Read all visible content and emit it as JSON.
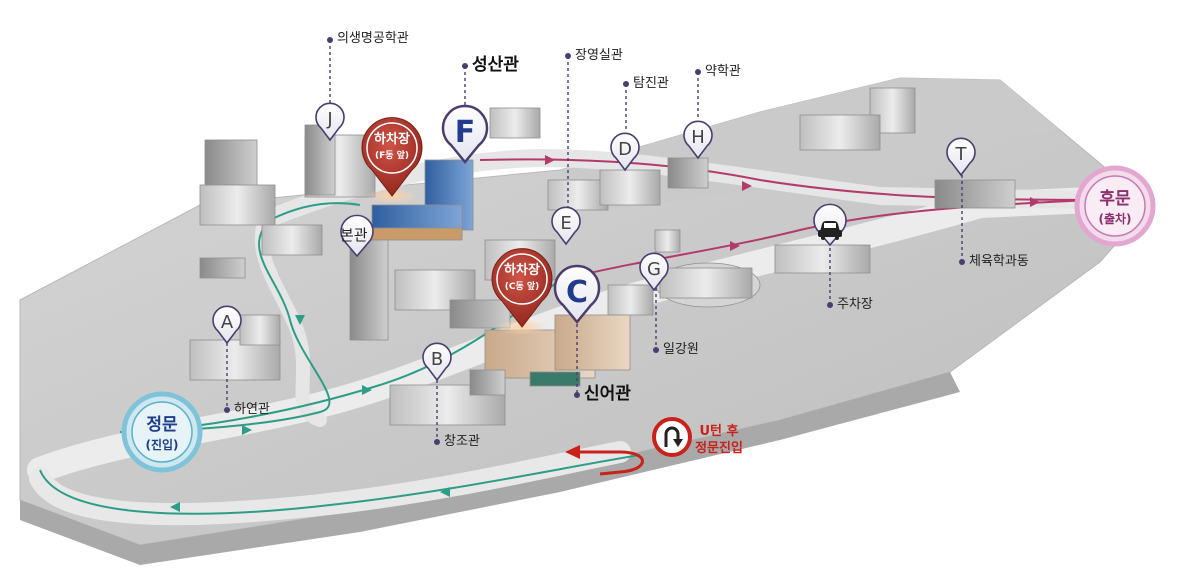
{
  "buildings": {
    "ui": "의생명공학관",
    "seongsan": "성산관",
    "jangyeong": "장영실관",
    "tamjin": "탐진관",
    "yakhak": "약학관",
    "bongwan": "본관",
    "ilgang": "일강원",
    "juchajang": "주차장",
    "cheyuk": "체육학과동",
    "hayeon": "하연관",
    "changjo": "창조관",
    "sineo": "신어관"
  },
  "pins": {
    "J": "J",
    "F": "F",
    "D": "D",
    "H": "H",
    "E": "E",
    "G": "G",
    "C": "C",
    "A": "A",
    "B": "B",
    "T": "T"
  },
  "bus_stops": {
    "f_title": "하차장",
    "f_sub": "(F동 앞)",
    "c_title": "하차장",
    "c_sub": "(C동 앞)"
  },
  "gates": {
    "front_title": "정문",
    "front_sub": "(진입)",
    "rear_title": "후문",
    "rear_sub": "(출차)"
  },
  "uturn": {
    "line1": "U턴 후",
    "line2": "정문진입"
  },
  "icons": [
    "car-icon",
    "u-turn-icon"
  ],
  "colors": {
    "pin_outline": "#4b3d6e",
    "bus_stop": "#a5332a",
    "route_green": "#2e9d87",
    "route_magenta": "#b33a6a",
    "front_gate": "#7fc3d9",
    "rear_gate": "#e2a6d0",
    "uturn_red": "#c8221b",
    "highlight_blue": "#1f3d8c"
  }
}
